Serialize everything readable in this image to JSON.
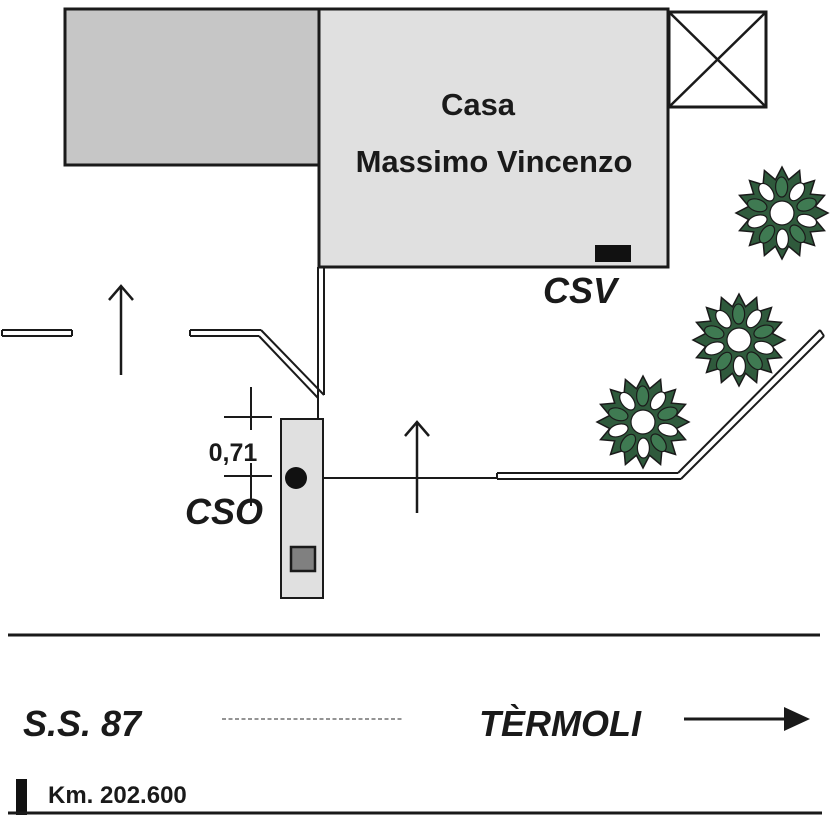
{
  "house": {
    "title_line1": "Casa",
    "title_line2": "Massimo Vincenzo"
  },
  "labels": {
    "csv": "CSV",
    "cso": "CSO",
    "measure": "0,71"
  },
  "road": {
    "name": "S.S. 87",
    "direction": "TÈRMOLI",
    "km": "Km. 202.600"
  },
  "colors": {
    "house_fill": "#e0e0e0",
    "annex_fill": "#c6c6c6",
    "outline": "#1a1a1a",
    "shrub_dark": "#2f5a3c",
    "shrub_light": "#3f7a52"
  },
  "icons": {
    "entrance_arrow": "arrow-up-icon",
    "direction_arrow": "arrow-right-icon",
    "tree": "shrub-icon",
    "box": "crossed-box-icon"
  }
}
